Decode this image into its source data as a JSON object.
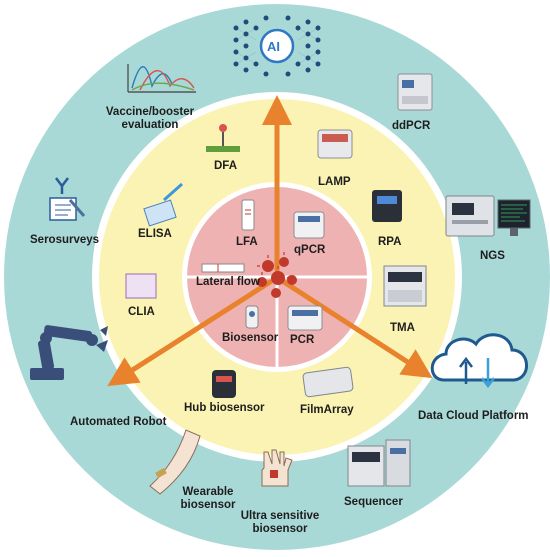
{
  "center": {
    "ai_badge": "AI"
  },
  "inner_ring": {
    "lfa": "LFA",
    "qpcr": "qPCR",
    "lateral_flow": "Lateral flow",
    "biosensor": "Biosensor",
    "pcr": "PCR"
  },
  "middle_ring": {
    "dfa": "DFA",
    "lamp": "LAMP",
    "elisa": "ELISA",
    "rpa": "RPA",
    "clia": "CLIA",
    "tma": "TMA",
    "hub_biosensor": "Hub biosensor",
    "filmarray": "FilmArray"
  },
  "outer_ring": {
    "vaccine_line1": "Vaccine/booster",
    "vaccine_line2": "evaluation",
    "ddpcr": "ddPCR",
    "serosurveys": "Serosurveys",
    "ngs": "NGS",
    "automated_robot": "Automated Robot",
    "data_cloud": "Data Cloud Platform",
    "wearable_line1": "Wearable",
    "wearable_line2": "biosensor",
    "ultra_line1": "Ultra sensitive",
    "ultra_line2": "biosensor",
    "sequencer": "Sequencer"
  },
  "colors": {
    "outer_ring": "#a9d9d7",
    "middle_ring": "#fbf3b3",
    "inner_circle": "#eeb2b3",
    "arrow": "#e8822d",
    "virus": "#c0392b",
    "robot": "#3a4e7a",
    "cloud": "#1e5a8f"
  }
}
